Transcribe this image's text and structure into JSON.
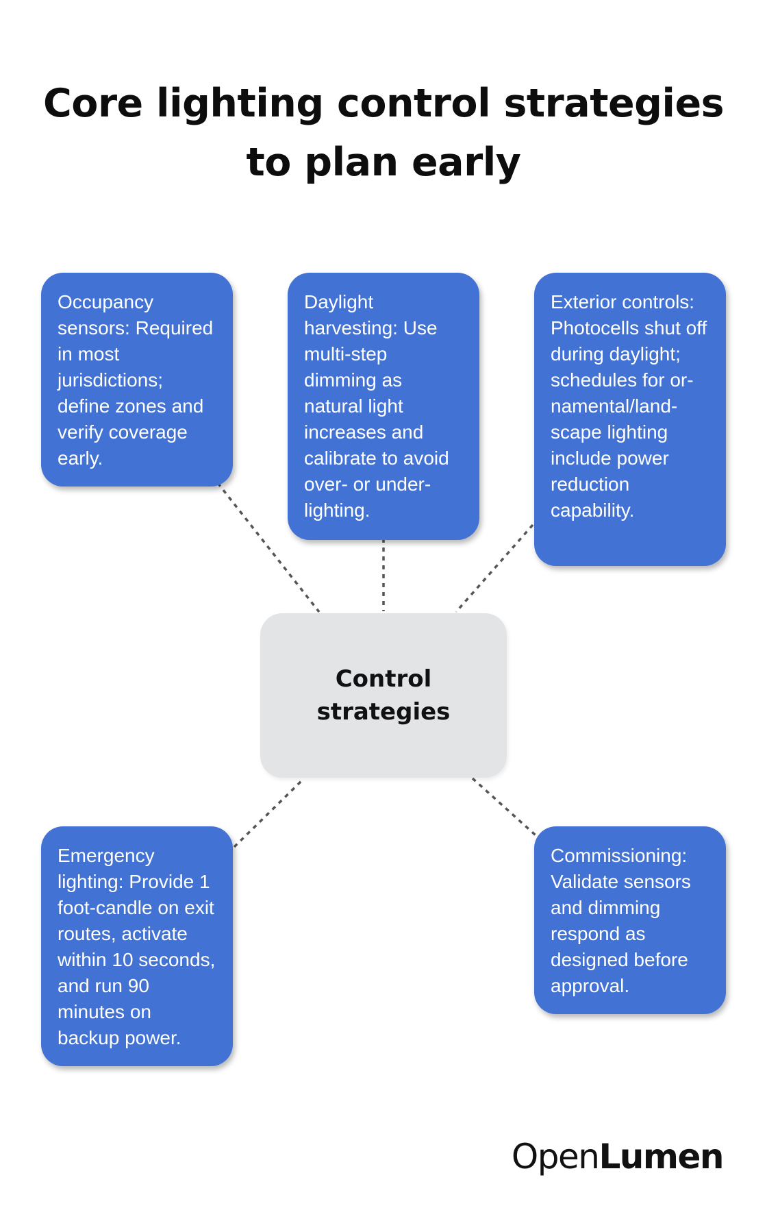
{
  "title": "Core lighting control strategies to plan early",
  "hub": {
    "label": "Control strategies"
  },
  "cards": [
    "Occupancy sensors: Required in most jurisdictions; define zones and verify coverage early.",
    "Daylight harvesting: Use multi-step dimming as natural light increases and calibrate to avoid over- or under-lighting.",
    "Exterior controls: Photocells shut off during daylight; schedules for or­namental/land­scape lighting include power reduction capability.",
    "Emergency lighting: Provide 1 foot-candle on exit routes, activate within 10 seconds, and run 90 minutes on backup power.",
    "Commissioning: Validate sensors and dimming respond as designed before approval."
  ],
  "brand": {
    "part1": "Open",
    "part2": "Lumen"
  },
  "colors": {
    "card": "#4272d4",
    "hub": "#e3e4e6",
    "connector": "#555555"
  }
}
